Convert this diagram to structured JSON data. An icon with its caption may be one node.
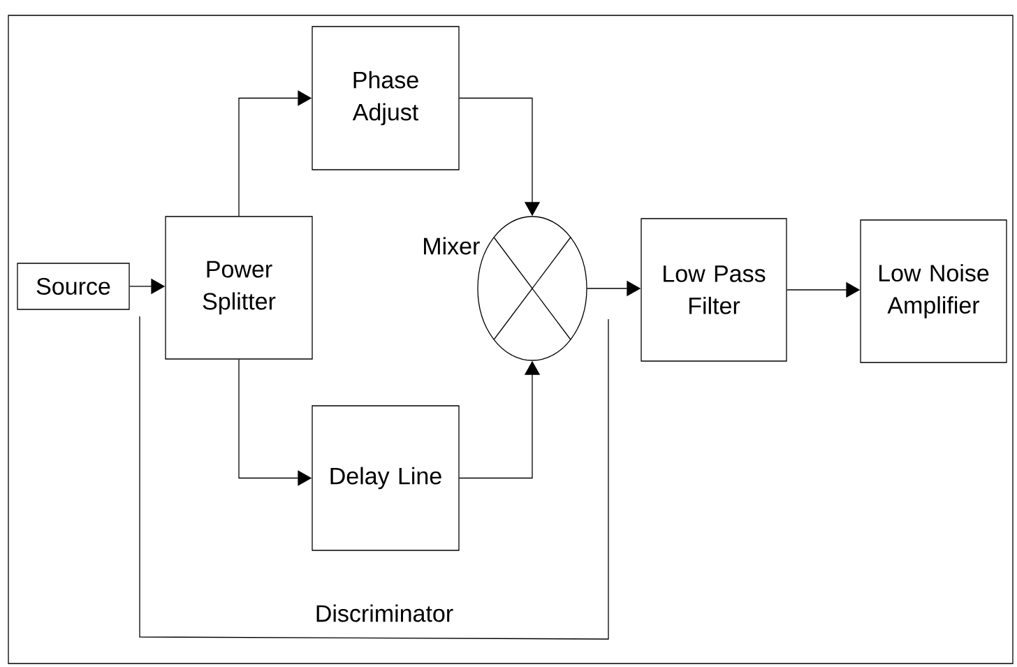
{
  "diagram": {
    "nodes": [
      {
        "text": [
          "Source"
        ]
      },
      {
        "text": [
          "Power Splitter"
        ]
      },
      {
        "text": [
          "Phase Adjust"
        ]
      },
      {
        "text": [
          "Delay Line"
        ]
      },
      {
        "text": [],
        "shape": "circle",
        "beside": [
          "Mixer"
        ]
      },
      {
        "text": [
          "Low Pass Filter"
        ]
      },
      {
        "text": [
          "Low Noise Amplifier"
        ]
      }
    ],
    "edges": [
      {
        "from": 0,
        "to": 1,
        "arrow": "to"
      },
      {
        "from": 1,
        "to": 2,
        "arrow": "to"
      },
      {
        "from": 1,
        "to": 3,
        "arrow": "to"
      },
      {
        "from": 2,
        "to": 4,
        "arrow": "to"
      },
      {
        "from": 3,
        "to": 4,
        "arrow": "to"
      },
      {
        "from": 4,
        "to": 5,
        "arrow": "to"
      },
      {
        "from": 5,
        "to": 6,
        "arrow": "to"
      }
    ],
    "labels": [
      "Discriminator"
    ]
  }
}
